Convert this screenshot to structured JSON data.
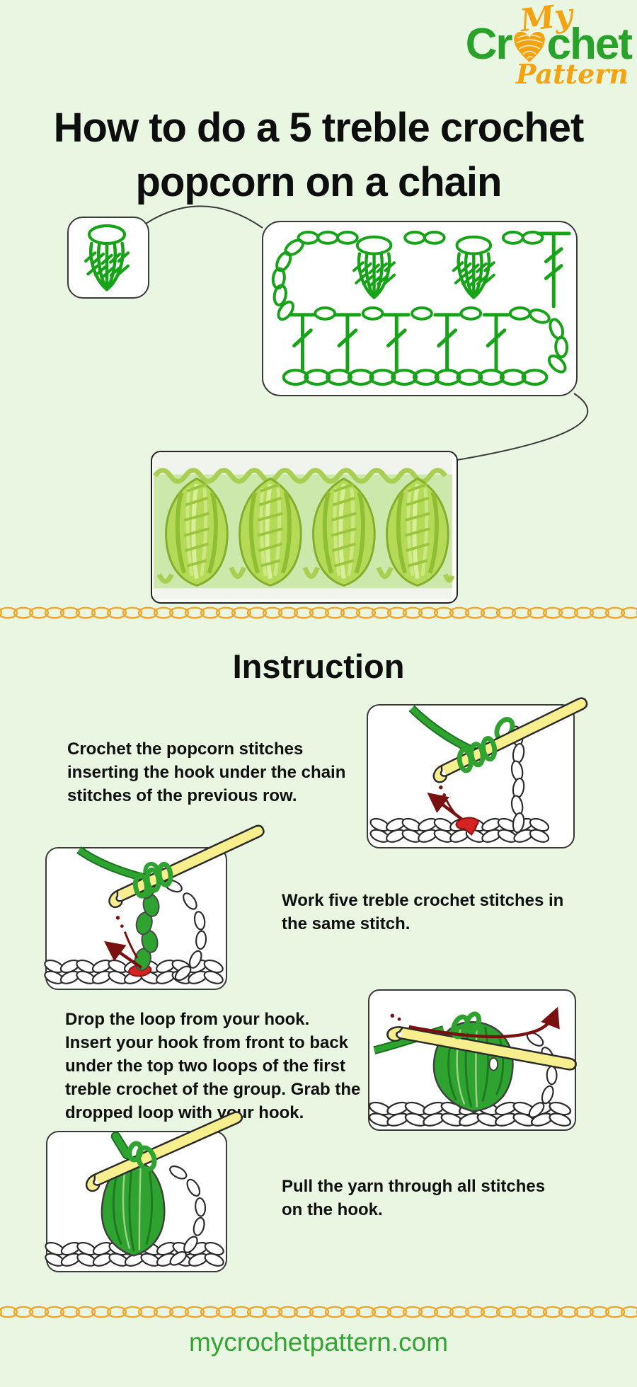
{
  "brand": {
    "word_top": "My",
    "word_main_pre": "Cr",
    "word_main_post": "chet",
    "word_bottom": "Pattern"
  },
  "title": "How to do a 5 treble crochet\npopcorn on a chain",
  "instruction_heading": "Instruction",
  "steps": [
    {
      "text": "Crochet the popcorn stitches\ninserting the hook under the chain\nstitches of the previous row."
    },
    {
      "text": "Work five treble crochet stitches in\nthe same stitch."
    },
    {
      "text": "Drop the loop from your hook.\nInsert your hook from front to back\nunder the top two loops of the first\ntreble crochet of the group. Grab the\ndropped loop with your hook."
    },
    {
      "text": "Pull the yarn through all stitches\non the hook."
    }
  ],
  "footer": {
    "url": "mycrochetpattern.com"
  },
  "colors": {
    "background": "#e9f7e2",
    "diagram_green": "#17a317",
    "illustration_green": "#2fa32f",
    "logo_green": "#28a228",
    "logo_orange": "#f2a30f",
    "chain_divider_orange": "#f0a62c",
    "footer_green": "#34a534",
    "arrow_dark_red": "#7a1111",
    "stitch_red": "#d42323",
    "hook_yellow": "#f7ee8e",
    "photo_yarn_green": "#b4da57"
  },
  "icons": {
    "yarn-heart-icon": "♥"
  }
}
